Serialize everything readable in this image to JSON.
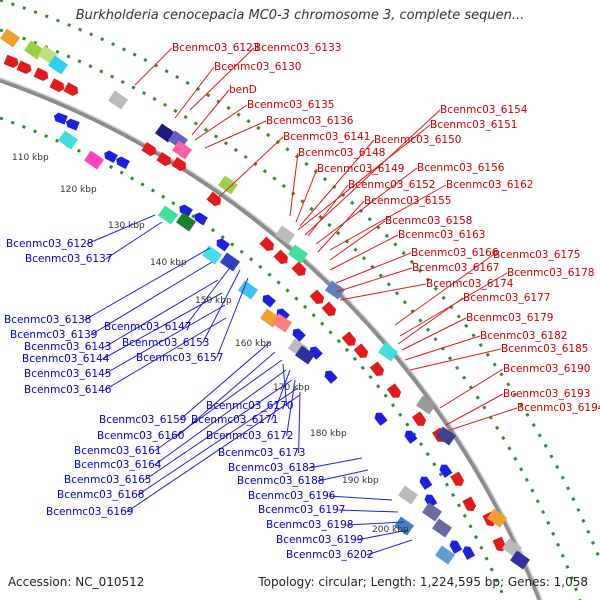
{
  "title": "Burkholderia cenocepacia MC0-3 chromosome 3, complete sequen...",
  "footer": {
    "accession": "Accession: NC_010512",
    "topology": "Topology: circular; Length: 1,224,595 bp; Genes: 1,058"
  },
  "colors": {
    "forward": "#e31a1c",
    "reverse": "#1f1fe0",
    "backbone": "#8c8c8c",
    "dots": "#2e8b2e"
  },
  "kbp_ticks": [
    "110 kbp",
    "120 kbp",
    "130 kbp",
    "140 kbp",
    "150 kbp",
    "160 kbp",
    "170 kbp",
    "180 kbp",
    "190 kbp",
    "200 kbp"
  ],
  "red_labels": [
    "Bcenmc03_6123",
    "Bcenmc03_6133",
    "Bcenmc03_6130",
    "benD",
    "Bcenmc03_6135",
    "Bcenmc03_6136",
    "Bcenmc03_6141",
    "Bcenmc03_6148",
    "Bcenmc03_6149",
    "Bcenmc03_6154",
    "Bcenmc03_6151",
    "Bcenmc03_6150",
    "Bcenmc03_6156",
    "Bcenmc03_6152",
    "Bcenmc03_6162",
    "Bcenmc03_6155",
    "Bcenmc03_6158",
    "Bcenmc03_6163",
    "Bcenmc03_6166",
    "Bcenmc03_6175",
    "Bcenmc03_6167",
    "Bcenmc03_6178",
    "Bcenmc03_6174",
    "Bcenmc03_6177",
    "Bcenmc03_6179",
    "Bcenmc03_6182",
    "Bcenmc03_6185",
    "Bcenmc03_6190",
    "Bcenmc03_6193",
    "Bcenmc03_6194"
  ],
  "blue_labels": [
    "Bcenmc03_6128",
    "Bcenmc03_6137",
    "Bcenmc03_6138",
    "Bcenmc03_6139",
    "Bcenmc03_6147",
    "Bcenmc03_6143",
    "Bcenmc03_6153",
    "Bcenmc03_6144",
    "Bcenmc03_6157",
    "Bcenmc03_6145",
    "Bcenmc03_6146",
    "Bcenmc03_6170",
    "Bcenmc03_6159",
    "Bcenmc03_6171",
    "Bcenmc03_6160",
    "Bcenmc03_6172",
    "Bcenmc03_6161",
    "Bcenmc03_6173",
    "Bcenmc03_6164",
    "Bcenmc03_6183",
    "Bcenmc03_6165",
    "Bcenmc03_6188",
    "Bcenmc03_6168",
    "Bcenmc03_6196",
    "Bcenmc03_6169",
    "Bcenmc03_6197",
    "Bcenmc03_6198",
    "Bcenmc03_6199",
    "Bcenmc03_6202"
  ]
}
